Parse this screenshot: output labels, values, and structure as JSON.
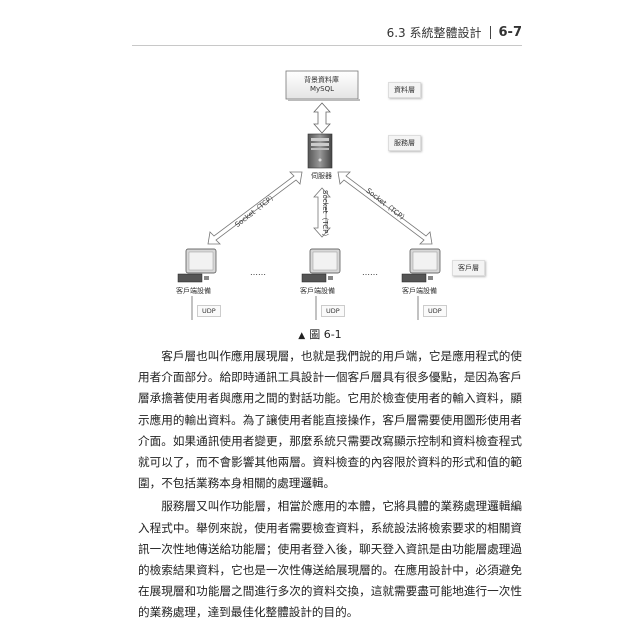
{
  "header": {
    "section": "6.3 系統整體設計",
    "page_number": "6-7"
  },
  "figure": {
    "db_box_line1": "背景資料庫",
    "db_box_line2": "MySQL",
    "data_layer": "資料層",
    "service_layer": "服務層",
    "client_layer": "客戶層",
    "server_label": "伺服器",
    "client_device": "客戶端設備",
    "socket_label": "Socket（TCP）",
    "dots": "……",
    "udp": "UDP",
    "caption": "圖 6-1"
  },
  "body": {
    "paragraphs": [
      "客戶層也叫作應用展現層，也就是我們說的用戶端，它是應用程式的使用者介面部分。給即時通訊工具設計一個客戶層具有很多優點，是因為客戶層承擔著使用者與應用之間的對話功能。它用於檢查使用者的輸入資料，顯示應用的輸出資料。為了讓使用者能直接操作，客戶層需要使用圖形使用者介面。如果通訊使用者變更，那麼系統只需要改寫顯示控制和資料檢查程式就可以了，而不會影響其他兩層。資料檢查的內容限於資料的形式和值的範圍，不包括業務本身相關的處理邏輯。",
      "服務層又叫作功能層，相當於應用的本體，它將具體的業務處理邏輯編入程式中。舉例來說，使用者需要檢查資料，系統設法將檢索要求的相關資訊一次性地傳送給功能層；使用者登入後，聊天登入資訊是由功能層處理過的檢索結果資料，它也是一次性傳送給展現層的。在應用設計中，必須避免在展現層和功能層之間進行多次的資料交換，這就需要盡可能地進行一次性的業務處理，達到最佳化整體設計的目的。"
    ]
  }
}
